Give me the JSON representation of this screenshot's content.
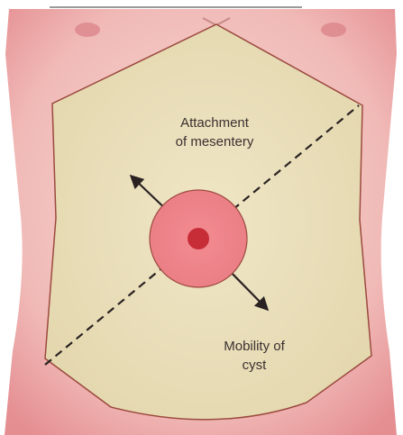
{
  "labels": {
    "mesentery_line1": "Attachment",
    "mesentery_line2": "of mesentery",
    "mobility_line1": "Mobility of",
    "mobility_line2": "cyst"
  },
  "colors": {
    "skin": "#eba7a8",
    "skin_light": "#f6d3cf",
    "panel": "#ebe0bd",
    "panel_edge": "#9c4a3f",
    "cyst_outer": "#ef868d",
    "cyst_core": "#c72d37",
    "line": "#2a2222",
    "text": "#3a3030"
  }
}
